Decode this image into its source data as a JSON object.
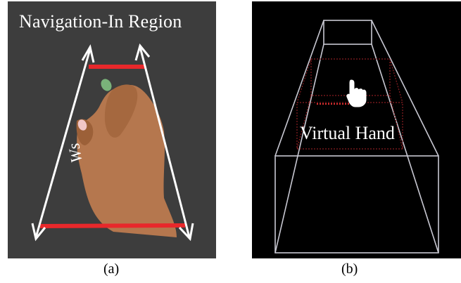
{
  "panel_a": {
    "title": "Navigation-In Region",
    "ws_label": "Ws",
    "caption": "(a)",
    "colors": {
      "background": "#3d3d3d",
      "arrow": "#ffffff",
      "bar": "#e8282b",
      "skin": "#b5774e"
    }
  },
  "panel_b": {
    "label": "Virtual Hand",
    "caption": "(b)",
    "colors": {
      "background": "#000000",
      "frustum": "#c8c8d2",
      "inner_box": "#8a1e22",
      "pointer": "#e23030"
    },
    "icon": "hand-pointer-icon"
  }
}
